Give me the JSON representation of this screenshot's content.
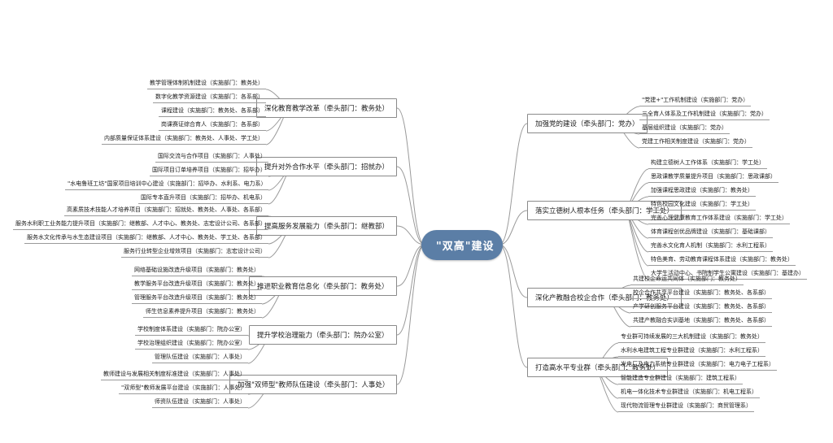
{
  "diagram": {
    "type": "mind-map",
    "title": "\"双高\"建设",
    "accent_color": "#5b7ea6",
    "line_color": "#9a9a9a",
    "root": {
      "label": "\"双高\"建设"
    },
    "branches_left": [
      {
        "label": "深化教育教学改革（牵头部门：教务处）",
        "children": [
          "教学管理体制机制建设（实施部门：教务处）",
          "数字化教学资源建设（实施部门：各系部）",
          "课程建设（实施部门：教务处、各系部）",
          "岗课赛证综合育人（实施部门：各系部）",
          "内部质量保证体系建设（实施部门：教务处、人事处、学工处）"
        ]
      },
      {
        "label": "提升对外合作水平（牵头部门：招就办）",
        "children": [
          "国际交流与合作项目（实施部门：人事处）",
          "国际项目订单培养项目（实施部门：招毕办）",
          "\"水电鲁班工坊\"国家项目培训中心建设（实施部门：招毕办、水利系、电力系）",
          "国际专本直升项目（实施部门：招毕办、机电系）"
        ]
      },
      {
        "label": "提高服务发展能力（牵头部门：继教部）",
        "children": [
          "高素质技术技能人才培养项目（实施部门：招就处、教务处、人事处、各系部）",
          "服务水利职工业务能力提升项目（实施部门：继教部、人才中心、教务处、志宏设计公司、各系部）",
          "服务水文化传承与水生态建设项目（实施部门：继教部、人才中心、教务处、学工处、各系部）",
          "服务行业转型企业增效项目（实施部门：志宏设计公司）"
        ]
      },
      {
        "label": "推进职业教育信息化（牵头部门：教务处）",
        "children": [
          "网络基础设施改造升级项目（实施部门：教务处）",
          "教学服务平台改造升级项目（实施部门：教务处）",
          "管理服务平台改造升级项目（实施部门：教务处）",
          "师生信息素养提升项目（实施部门：教务处）"
        ]
      },
      {
        "label": "提升学校治理能力（牵头部门：院办公室）",
        "children": [
          "学校制度体系建设（实施部门：院办公室）",
          "学校治理组织建设（实施部门：院办公室）",
          "管理队伍建设（实施部门：人事处）"
        ]
      },
      {
        "label": "加强\"双师型\"教师队伍建设（牵头部门：人事处）",
        "children": [
          "教师建设与发展相关制度标准建设（实施部门：人事处）",
          "\"双师型\"教师发展平台建设（实施部门：人事处）",
          "师资队伍建设（实施部门：人事处）"
        ]
      }
    ],
    "branches_right": [
      {
        "label": "加强党的建设（牵头部门：党办）",
        "children": [
          "\"党建+\"工作机制建设（实施部门：党办）",
          "三全育人体系及工作机制建设（实施部门：党办）",
          "基层组织建设（实施部门：党办）",
          "党建工作相关制度建设（实施部门：党办）"
        ]
      },
      {
        "label": "落实立德树人根本任务（牵头部门：学工处）",
        "children": [
          "构建立德树人工作体系（实施部门：学工处）",
          "思政课教学质量提升项目（实施部门：思政课部）",
          "加强课程思政建设（实施部门：教务处）",
          "特色校园文化建设（实施部门：学工处）",
          "完善心理健康教育工作体系建设（实施部门：学工处）",
          "体育课程创优品牌建设（实施部门：基础课部）",
          "完善水文化育人机制（实施部门：水利工程系）",
          "特色美育、劳动教育课程体系建设（实施部门：教务处）",
          "大学生活动中心、书院制学生公寓建设（实施部门：基建办）"
        ]
      },
      {
        "label": "深化产教融合校企合作（牵头部门：教务处）",
        "children": [
          "共建校企命运共同体（实施部门：教务处）",
          "校企合作共享平台建设（实施部门：教务处、各系部）",
          "产学研创服务平台建设（实施部门：教务处、各系部）",
          "共建产教融合实训基地（实施部门：教务处、各系部）"
        ]
      },
      {
        "label": "打造高水平专业群（牵头部门：教务处）",
        "children": [
          "专业群可持续发展的三大机制建设（实施部门：教务处）",
          "水利水电建筑工程专业群建设（实施部门：水利工程系）",
          "发电厂及电力系统专业群建设（实施部门：电力电子工程系）",
          "智能建造专业群建设（实施部门：建筑工程系）",
          "机电一体化技术专业群建设（实施部门：机电工程系）",
          "现代物流管理专业群建设（实施部门：商贸管理系）"
        ]
      }
    ]
  }
}
